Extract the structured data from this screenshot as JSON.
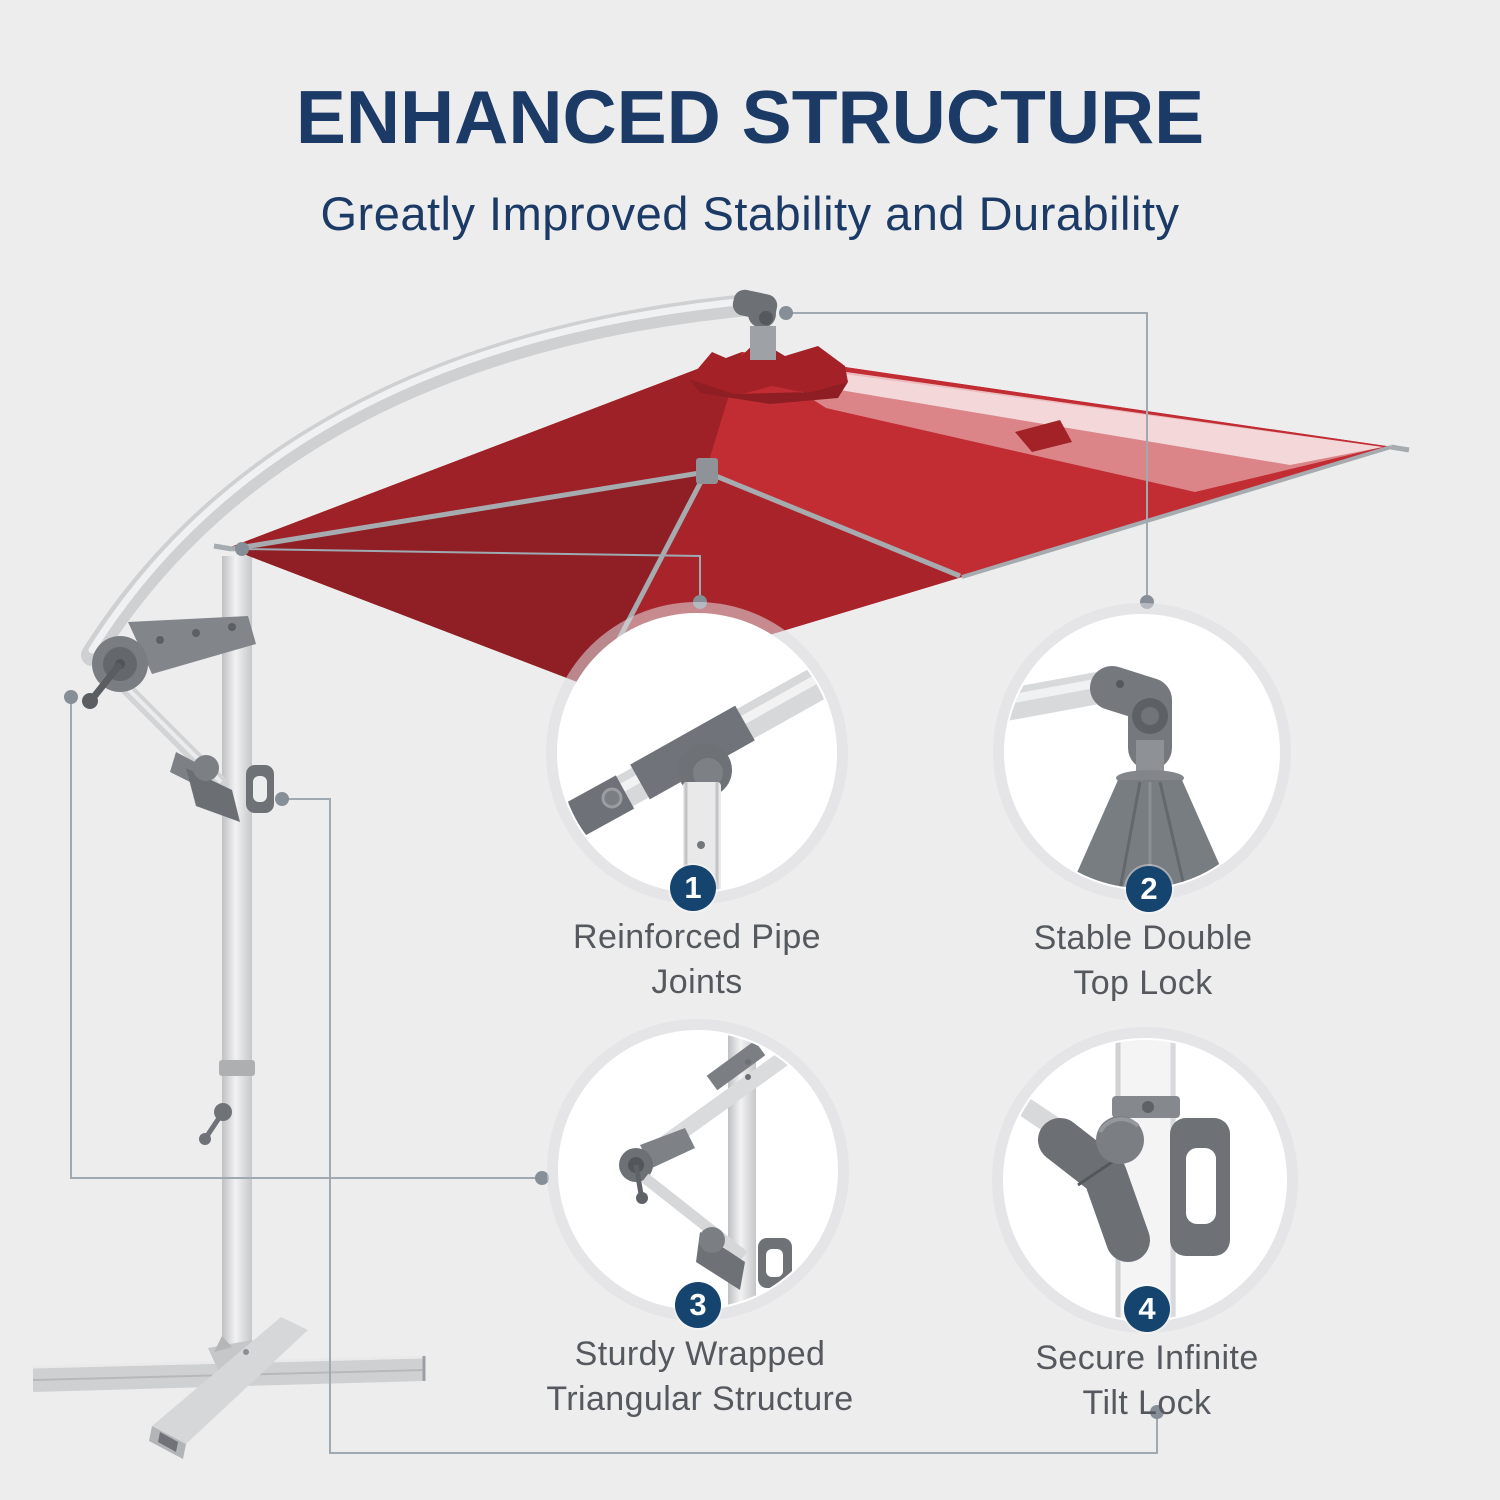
{
  "header": {
    "title": "ENHANCED STRUCTURE",
    "subtitle": "Greatly Improved Stability and Durability"
  },
  "features": [
    {
      "number": "1",
      "label": "Reinforced Pipe\nJoints"
    },
    {
      "number": "2",
      "label": "Stable Double\nTop Lock"
    },
    {
      "number": "3",
      "label": "Sturdy Wrapped\nTriangular Structure"
    },
    {
      "number": "4",
      "label": "Secure Infinite\nTilt Lock"
    }
  ],
  "colors": {
    "background": "#ededee",
    "title_navy": "#1b3a66",
    "badge_navy": "#15446f",
    "label_gray": "#55595e",
    "line_gray": "#9fa9b1",
    "dot_gray": "#868f97",
    "canopy_red": "#b22329",
    "canopy_red_dark": "#8f1f25",
    "canopy_red_bright": "#c12d33",
    "frame_silver": "#d4d5d7",
    "joint_gray": "#6e7277"
  }
}
